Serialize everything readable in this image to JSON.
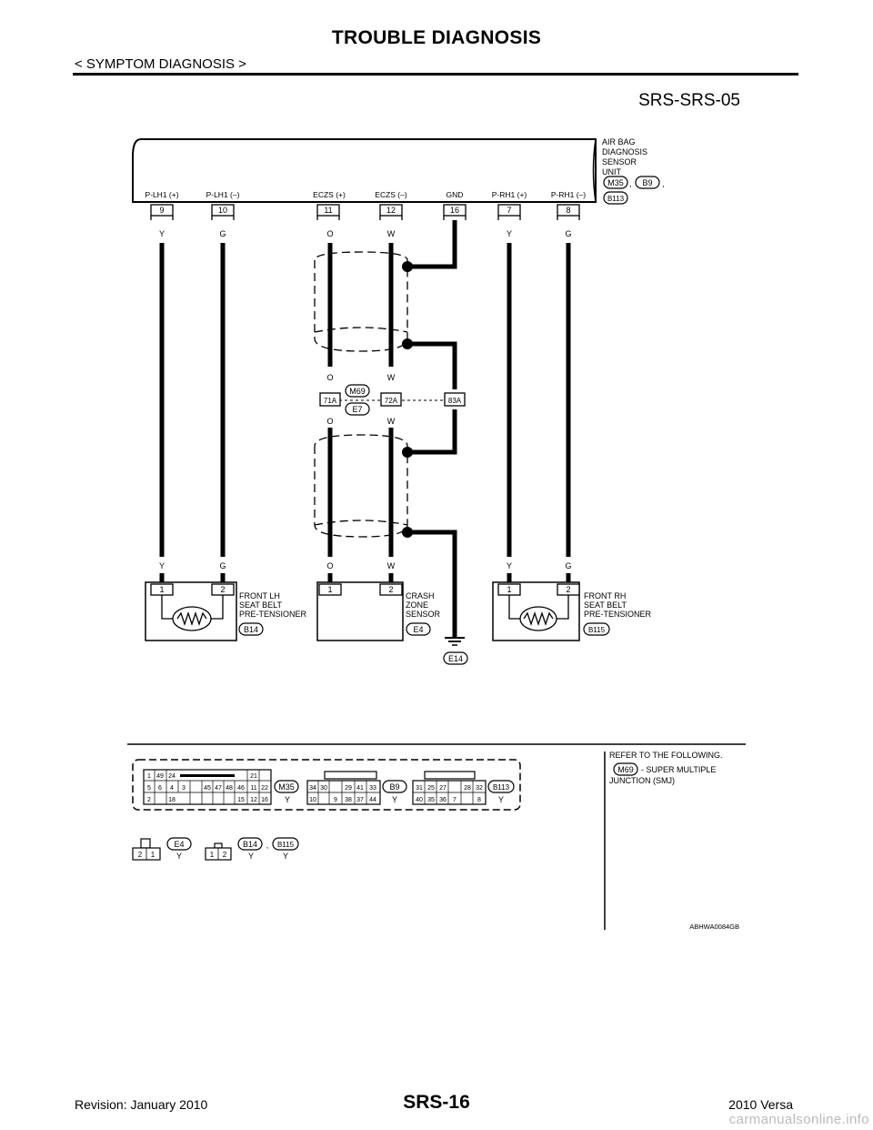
{
  "header": {
    "title": "TROUBLE DIAGNOSIS",
    "subtitle": "< SYMPTOM DIAGNOSIS >"
  },
  "footer": {
    "revision": "Revision: January 2010",
    "page": "SRS-16",
    "model": "2010 Versa",
    "watermark": "carmanualsonline.info"
  },
  "diagram": {
    "id": "SRS-SRS-05",
    "unit": {
      "name_lines": [
        "AIR BAG",
        "DIAGNOSIS",
        "SENSOR",
        "UNIT"
      ],
      "connectors": [
        "M35",
        "B9",
        "B113"
      ],
      "sep_comma": ","
    },
    "unit_pins": [
      {
        "label": "P-LH1 (+)",
        "pin": "9",
        "wire": "Y"
      },
      {
        "label": "P-LH1 (–)",
        "pin": "10",
        "wire": "G"
      },
      {
        "label": "ECZS (+)",
        "pin": "11",
        "wire": "O"
      },
      {
        "label": "ECZS (–)",
        "pin": "12",
        "wire": "W"
      },
      {
        "label": "GND",
        "pin": "16",
        "wire": ""
      },
      {
        "label": "P-RH1 (+)",
        "pin": "7",
        "wire": "Y"
      },
      {
        "label": "P-RH1 (–)",
        "pin": "8",
        "wire": "G"
      }
    ],
    "joint": {
      "connectors": [
        "M69",
        "E7"
      ],
      "pins": [
        "71A",
        "72A",
        "83A"
      ],
      "wire_top": [
        "O",
        "W"
      ],
      "wire_bottom": [
        "O",
        "W"
      ]
    },
    "bottom_wires": [
      "Y",
      "G",
      "O",
      "W",
      "Y",
      "G"
    ],
    "components": [
      {
        "name_lines": [
          "FRONT LH",
          "SEAT BELT",
          "PRE-TENSIONER"
        ],
        "connector": "B14",
        "pins": [
          "1",
          "2"
        ]
      },
      {
        "name_lines": [
          "CRASH",
          "ZONE",
          "SENSOR"
        ],
        "connector": "E4",
        "pins": [
          "1",
          "2"
        ]
      },
      {
        "name_lines": [
          "FRONT RH",
          "SEAT BELT",
          "PRE-TENSIONER"
        ],
        "connector": "B115",
        "pins": [
          "1",
          "2"
        ]
      }
    ],
    "ground": "E14",
    "connector_views": {
      "m35": {
        "id": "M35",
        "color": "Y",
        "row1": [
          "1",
          "49",
          "24",
          "",
          "",
          "21"
        ],
        "row2": [
          "5",
          "6",
          "4",
          "3",
          "45",
          "47",
          "48",
          "46",
          "11",
          "22"
        ],
        "row3": [
          "2",
          "18",
          "15",
          "12",
          "16"
        ]
      },
      "b9": {
        "id": "B9",
        "color": "Y",
        "row1": [
          "34",
          "30",
          "29",
          "41",
          "33"
        ],
        "row2": [
          "10",
          "9",
          "38",
          "37",
          "44"
        ]
      },
      "b113": {
        "id": "B113",
        "color": "Y",
        "row1": [
          "31",
          "25",
          "27",
          "28",
          "32"
        ],
        "row2": [
          "40",
          "35",
          "36",
          "7",
          "8"
        ]
      },
      "e4": {
        "id": "E4",
        "color": "Y",
        "pins": [
          "2",
          "1"
        ]
      },
      "b14_b115": {
        "ids": [
          "B14",
          "B115"
        ],
        "colors": [
          "Y",
          "Y"
        ],
        "pins": [
          "1",
          "2"
        ],
        "sep": ","
      }
    },
    "refer": {
      "heading": "REFER TO THE FOLLOWING.",
      "connector": "M69",
      "text1": "- SUPER MULTIPLE",
      "text2": "JUNCTION (SMJ)"
    },
    "code": "ABHWA0084GB"
  }
}
